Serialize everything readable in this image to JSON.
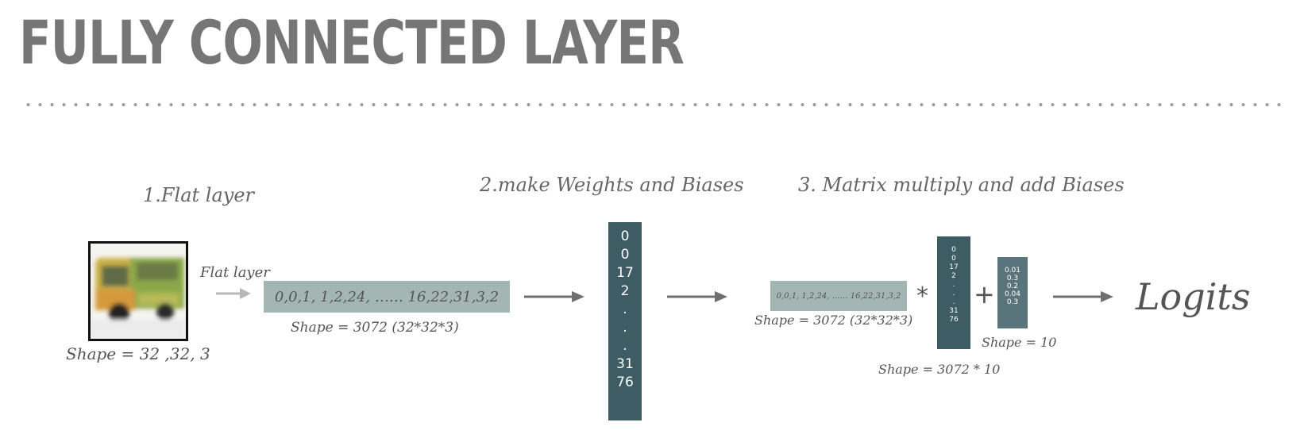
{
  "title": "FULLY CONNECTED LAYER",
  "steps": {
    "flat": "1.Flat layer",
    "weights": "2.make Weights and Biases",
    "matmul": "3. Matrix multiply and add Biases"
  },
  "input": {
    "shape_label": "Shape = 32 ,32, 3",
    "arrow_label": "Flat layer"
  },
  "flat_vector": {
    "text": "0,0,1, 1,2,24,  …… 16,22,31,3,2",
    "shape_label": "Shape = 3072 (32*32*3)"
  },
  "weights_column": {
    "values": [
      "0",
      "0",
      "17",
      "2",
      ".",
      ".",
      ".",
      "31",
      "76"
    ]
  },
  "matmul": {
    "vector_text": "0,0,1, 1,2,24,  …… 16,22,31,3,2",
    "vector_shape": "Shape = 3072 (32*32*3)",
    "multiply_symbol": "*",
    "weights_values": [
      "0",
      "0",
      "17",
      "2",
      ".",
      ".",
      ".",
      "31",
      "76"
    ],
    "weights_shape": "Shape = 3072 * 10",
    "plus_symbol": "+",
    "bias_values": [
      "0.01",
      "0.3",
      "0.2",
      "0.04",
      "0.3"
    ],
    "bias_shape": "Shape = 10"
  },
  "output": "Logits",
  "colors": {
    "title": "#767676",
    "vector_bar": "#a3b6b3",
    "weights_column": "#3e5c63",
    "bias_column": "#5a747b",
    "arrow": "#6f6f6f"
  }
}
